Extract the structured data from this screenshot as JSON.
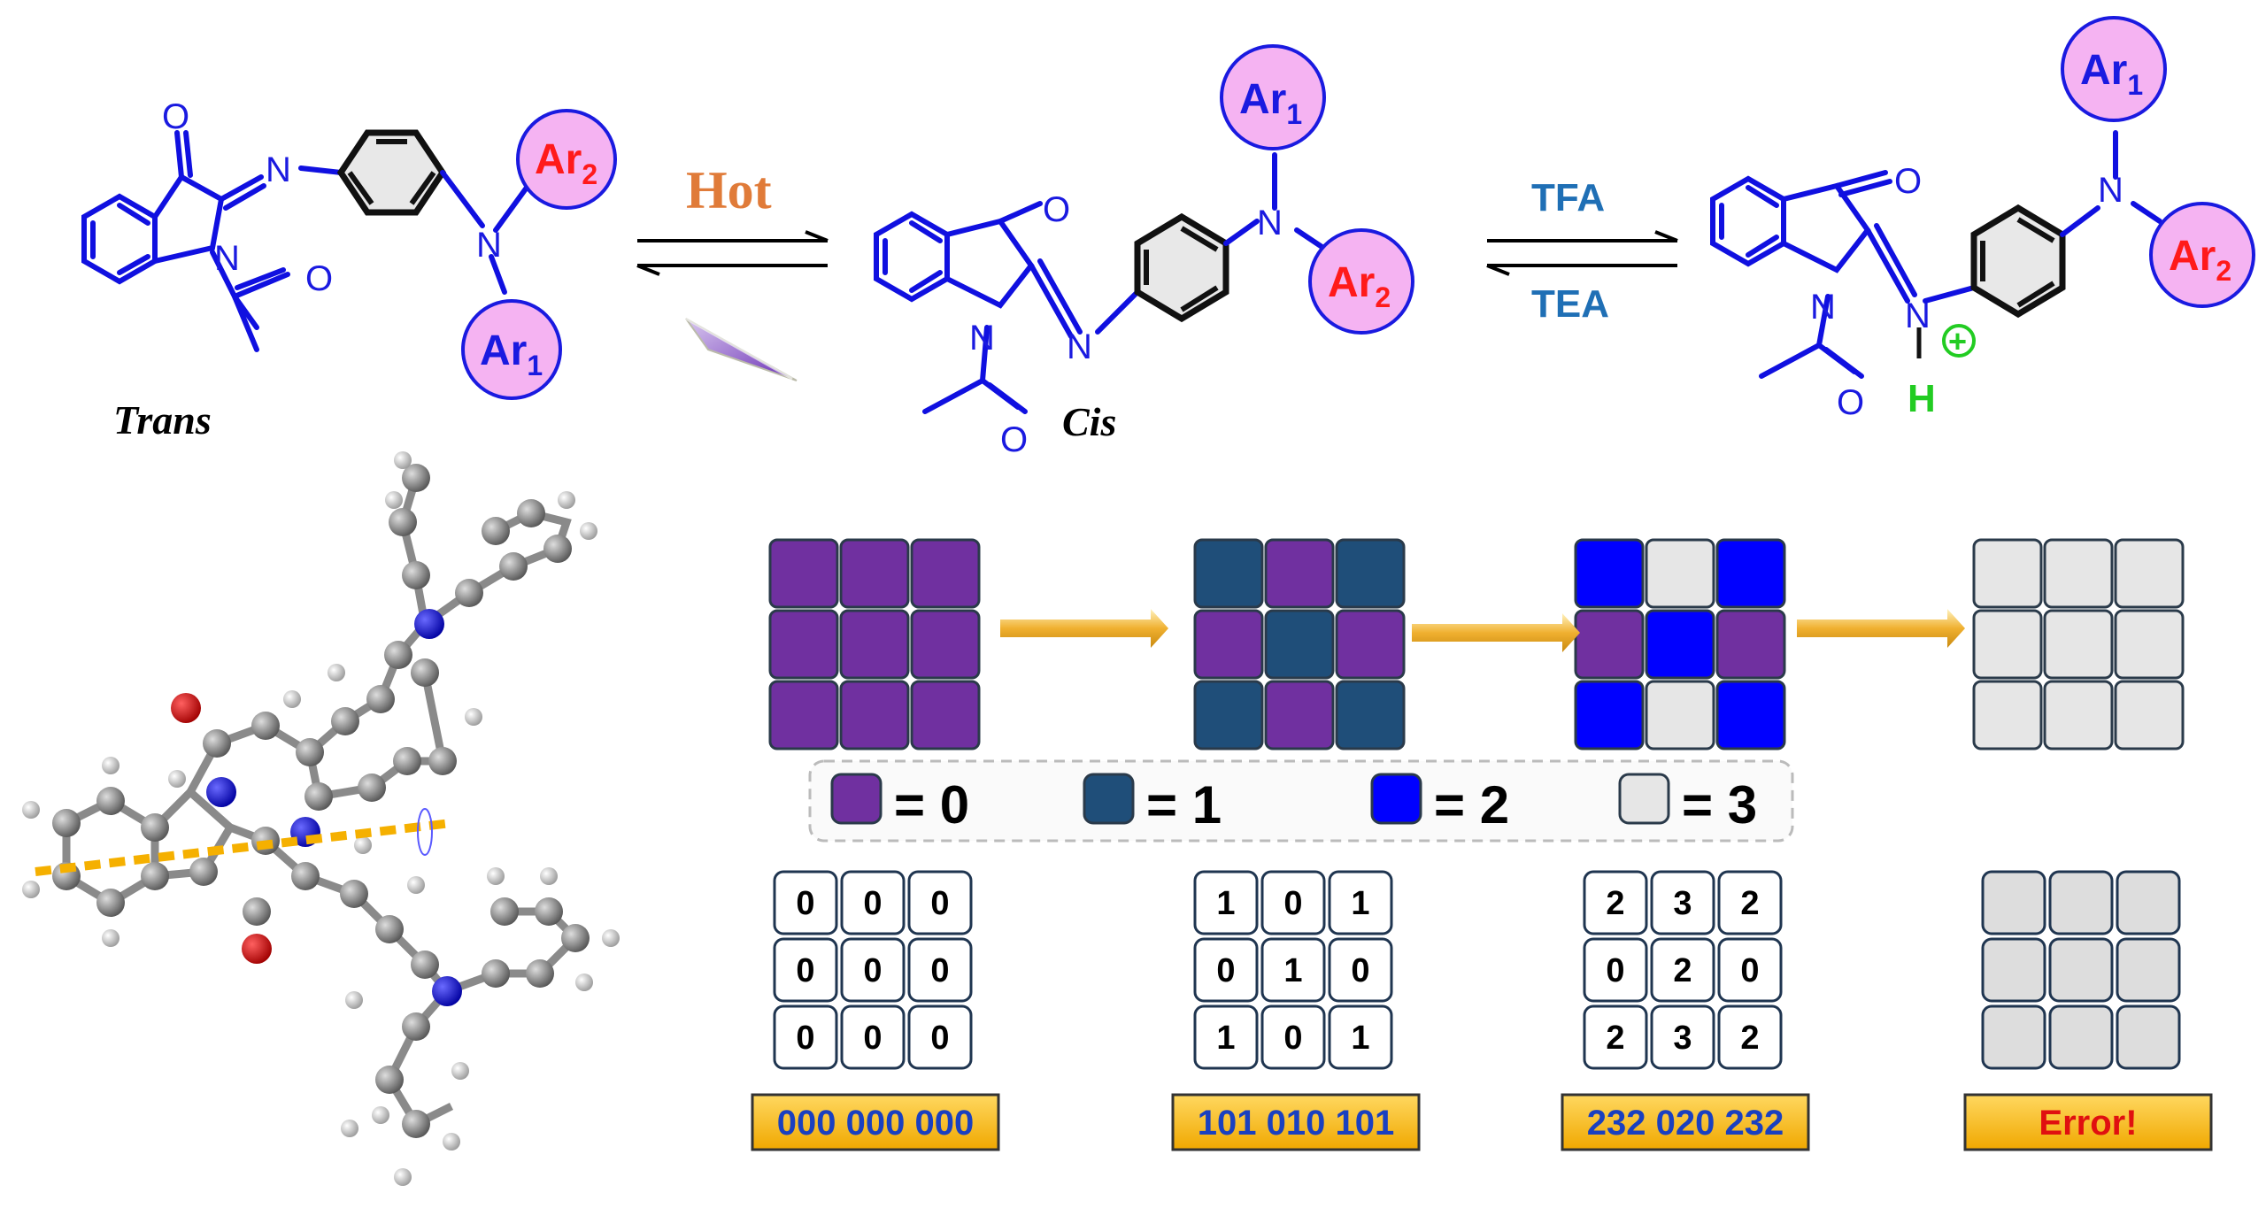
{
  "scheme": {
    "conditions": {
      "hot": "Hot",
      "tfa": "TFA",
      "tea": "TEA"
    },
    "labels": {
      "trans": "Trans",
      "cis": "Cis"
    },
    "substituents": {
      "ar1": "Ar",
      "ar1_sub": "1",
      "ar2": "Ar",
      "ar2_sub": "2"
    },
    "atoms": {
      "oxygen": "O",
      "nitrogen": "N",
      "hydrogen": "H",
      "plus": "+"
    }
  },
  "key": [
    {
      "value": "= 0",
      "color": "#7030a0"
    },
    {
      "value": "= 1",
      "color": "#1f4e79"
    },
    {
      "value": "= 2",
      "color": "#0000ff"
    },
    {
      "value": "= 3",
      "color": "#e6e6e6"
    }
  ],
  "states": [
    {
      "grid_colors": [
        "#7030a0",
        "#7030a0",
        "#7030a0",
        "#7030a0",
        "#7030a0",
        "#7030a0",
        "#7030a0",
        "#7030a0",
        "#7030a0"
      ],
      "digits": [
        "0",
        "0",
        "0",
        "0",
        "0",
        "0",
        "0",
        "0",
        "0"
      ],
      "code": "000 000 000"
    },
    {
      "grid_colors": [
        "#1f4e79",
        "#7030a0",
        "#1f4e79",
        "#7030a0",
        "#1f4e79",
        "#7030a0",
        "#1f4e79",
        "#7030a0",
        "#1f4e79"
      ],
      "digits": [
        "1",
        "0",
        "1",
        "0",
        "1",
        "0",
        "1",
        "0",
        "1"
      ],
      "code": "101 010 101"
    },
    {
      "grid_colors": [
        "#0000ff",
        "#e6e6e6",
        "#0000ff",
        "#7030a0",
        "#0000ff",
        "#7030a0",
        "#0000ff",
        "#e6e6e6",
        "#0000ff"
      ],
      "digits": [
        "2",
        "3",
        "2",
        "0",
        "2",
        "0",
        "2",
        "3",
        "2"
      ],
      "code": "232 020 232"
    },
    {
      "grid_colors": [
        "#e6e6e6",
        "#e6e6e6",
        "#e6e6e6",
        "#e6e6e6",
        "#e6e6e6",
        "#e6e6e6",
        "#e6e6e6",
        "#e6e6e6",
        "#e6e6e6"
      ],
      "digits": [],
      "code": "Error!"
    }
  ],
  "colors": {
    "bond_blue": "#1010e0",
    "ar_fill": "#f5b3f2",
    "ar2_text": "#ff1a1a",
    "hot_orange": "#e07b39",
    "tfa_blue": "#1f6fb5",
    "proton_green": "#22cc22",
    "code_box_gold": "#f5b820",
    "arrow_gold": "#f0b030",
    "error_red": "#e01010"
  }
}
